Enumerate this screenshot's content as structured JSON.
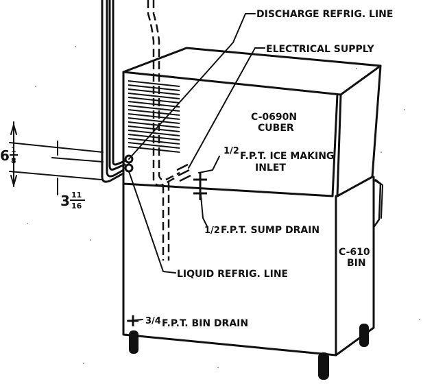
{
  "labels": {
    "discharge": "DISCHARGE REFRIG. LINE",
    "electrical": "ELECTRICAL SUPPLY",
    "cuber_model": "C-0690N",
    "cuber_type": "CUBER",
    "ice_frac": "1/2",
    "ice_text": "F.P.T. ICE MAKING",
    "ice_text2": "INLET",
    "sump_frac": "1/2",
    "sump_text": "F.P.T. SUMP DRAIN",
    "bin_model": "C-610",
    "bin_type": "BIN",
    "liquid": "LIQUID REFRIG. LINE",
    "bin_drain_frac": "3/4",
    "bin_drain_text": "F.P.T. BIN DRAIN"
  },
  "dimensions": {
    "upper_whole": "6",
    "upper_num": "1",
    "upper_den": "8",
    "lower_whole": "3",
    "lower_num": "11",
    "lower_den": "16"
  },
  "colors": {
    "ink": "#111111",
    "paper": "#ffffff"
  }
}
